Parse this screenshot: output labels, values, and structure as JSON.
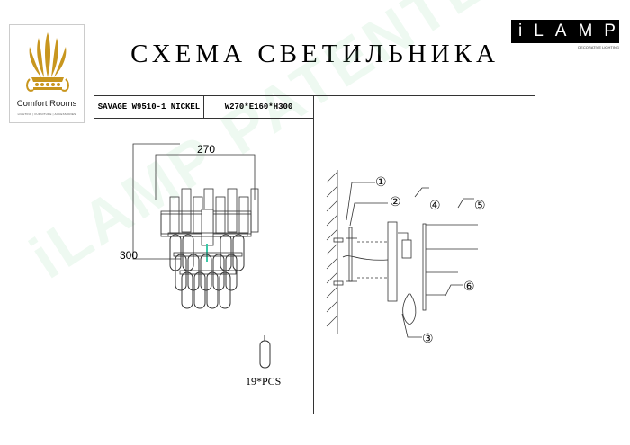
{
  "brand_left": {
    "name": "Comfort Rooms",
    "tagline": "LIGHTING | FURNITURE | ACCESSORIES",
    "logo_color": "#c8961e"
  },
  "brand_right": {
    "name": "iLAMP",
    "tagline": "DECORATIVE LIGHTING"
  },
  "title": "СХЕМА СВЕТИЛЬНИКА",
  "spec": {
    "model": "SAVAGE W9510-1 NICKEL",
    "dimensions": "W270*E160*H300"
  },
  "drawing": {
    "width_label": "270",
    "height_label": "300",
    "crystal_count": "19*PCS"
  },
  "assembly": {
    "callouts": [
      "①",
      "②",
      "③",
      "④",
      "⑤",
      "⑥"
    ]
  },
  "watermark": "iLAMP PATENTED"
}
